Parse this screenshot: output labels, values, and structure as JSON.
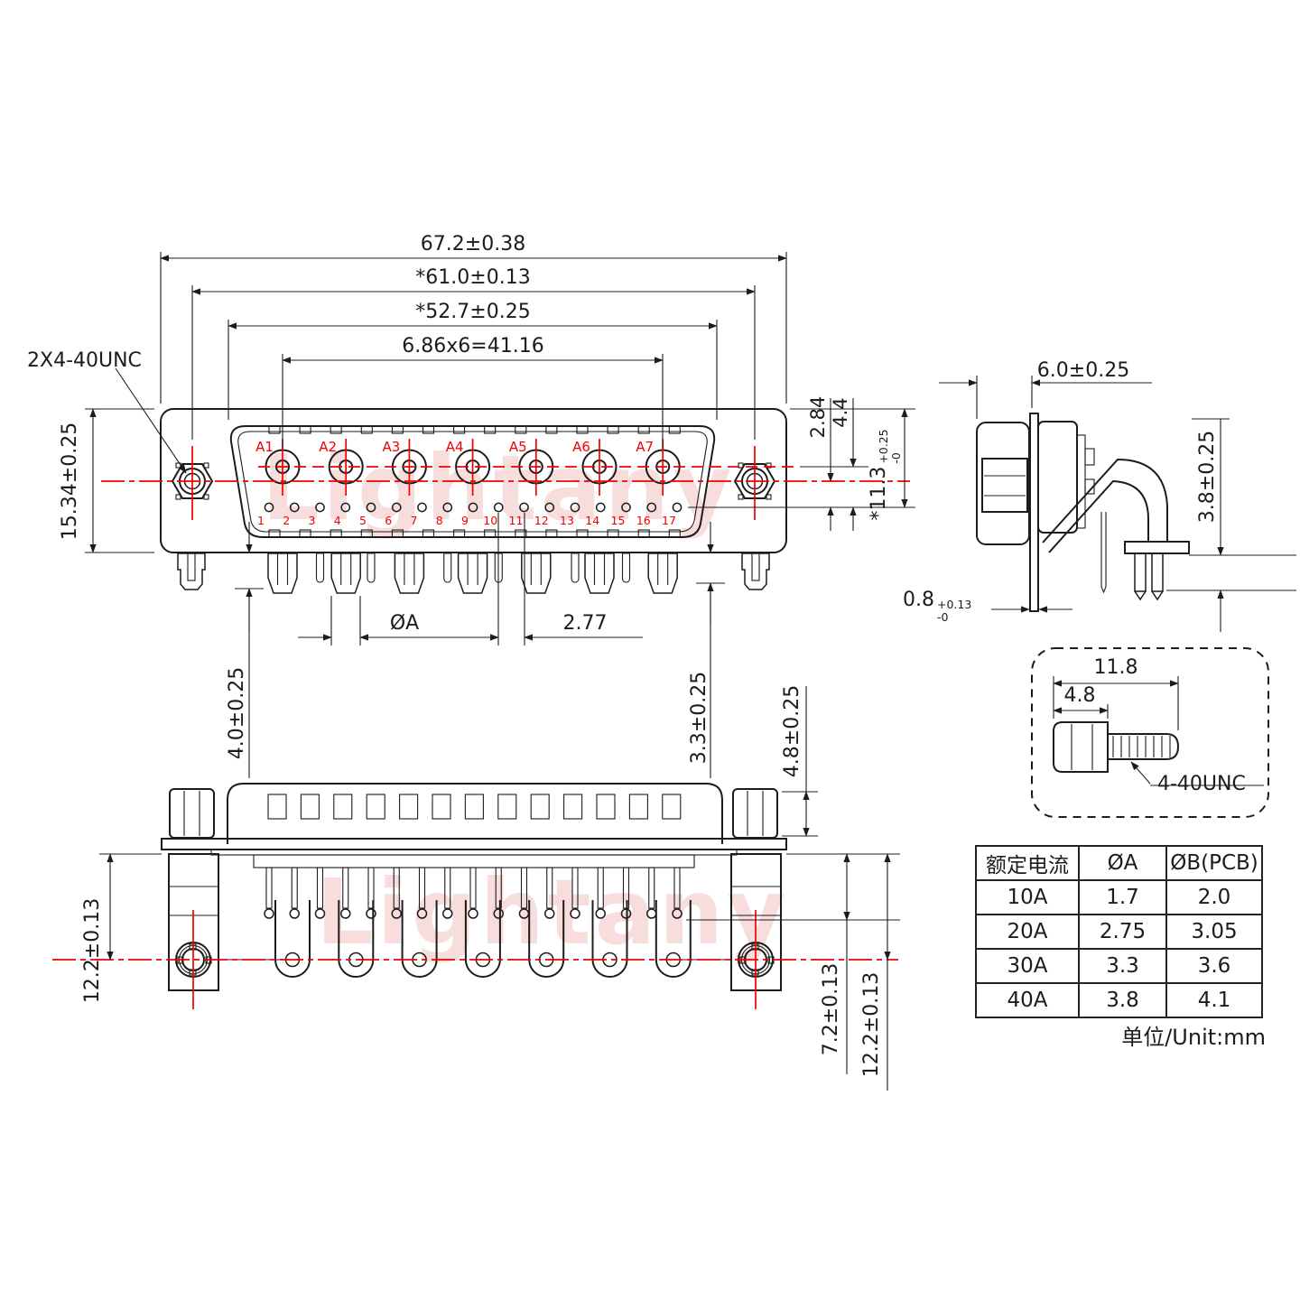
{
  "watermark": {
    "text": "Lightany"
  },
  "front_view": {
    "dim_width_outer": "67.2±0.38",
    "dim_width_mount": "*61.0±0.13",
    "dim_width_shroud": "*52.7±0.25",
    "dim_contact_pitch": "6.86x6=41.16",
    "label_jackscrew_thread": "2X4-40UNC",
    "dim_height": "15.34±0.25",
    "dim_row_offset": "2.84",
    "dim_row_span": "4.4",
    "dim_pin_row_base": "*11.3",
    "dim_pin_row_plus": "+0.25",
    "dim_pin_row_minus": "-0",
    "dim_tail_len_left": "4.0±0.25",
    "dim_coax_tail_dia": "ØA",
    "dim_pin_pitch": "2.77",
    "dim_tail_len_right": "3.3±0.25",
    "coax_labels": [
      "A1",
      "A2",
      "A3",
      "A4",
      "A5",
      "A6",
      "A7"
    ],
    "pin_numbers": [
      "1",
      "2",
      "3",
      "4",
      "5",
      "6",
      "7",
      "8",
      "9",
      "10",
      "11",
      "12",
      "13",
      "14",
      "15",
      "16",
      "17"
    ]
  },
  "side_view": {
    "dim_depth": "6.0±0.25",
    "dim_bracket_height": "3.8±0.25",
    "dim_pcb_base": "0.8",
    "dim_pcb_plus": "+0.13",
    "dim_pcb_minus": "-0"
  },
  "screw_detail": {
    "dim_total_length": "11.8",
    "dim_head_length": "4.8",
    "label_thread": "4-40UNC"
  },
  "bottom_view": {
    "dim_bracket_left": "12.2±0.13",
    "dim_nut_height": "4.8±0.25",
    "dim_pin_height": "7.2±0.13",
    "dim_bracket_right": "12.2±0.13"
  },
  "table": {
    "headers": [
      "额定电流",
      "ØA",
      "ØB(PCB)"
    ],
    "rows": [
      [
        "10A",
        "1.7",
        "2.0"
      ],
      [
        "20A",
        "2.75",
        "3.05"
      ],
      [
        "30A",
        "3.3",
        "3.6"
      ],
      [
        "40A",
        "3.8",
        "4.1"
      ]
    ]
  },
  "unit_note": "单位/Unit:mm"
}
